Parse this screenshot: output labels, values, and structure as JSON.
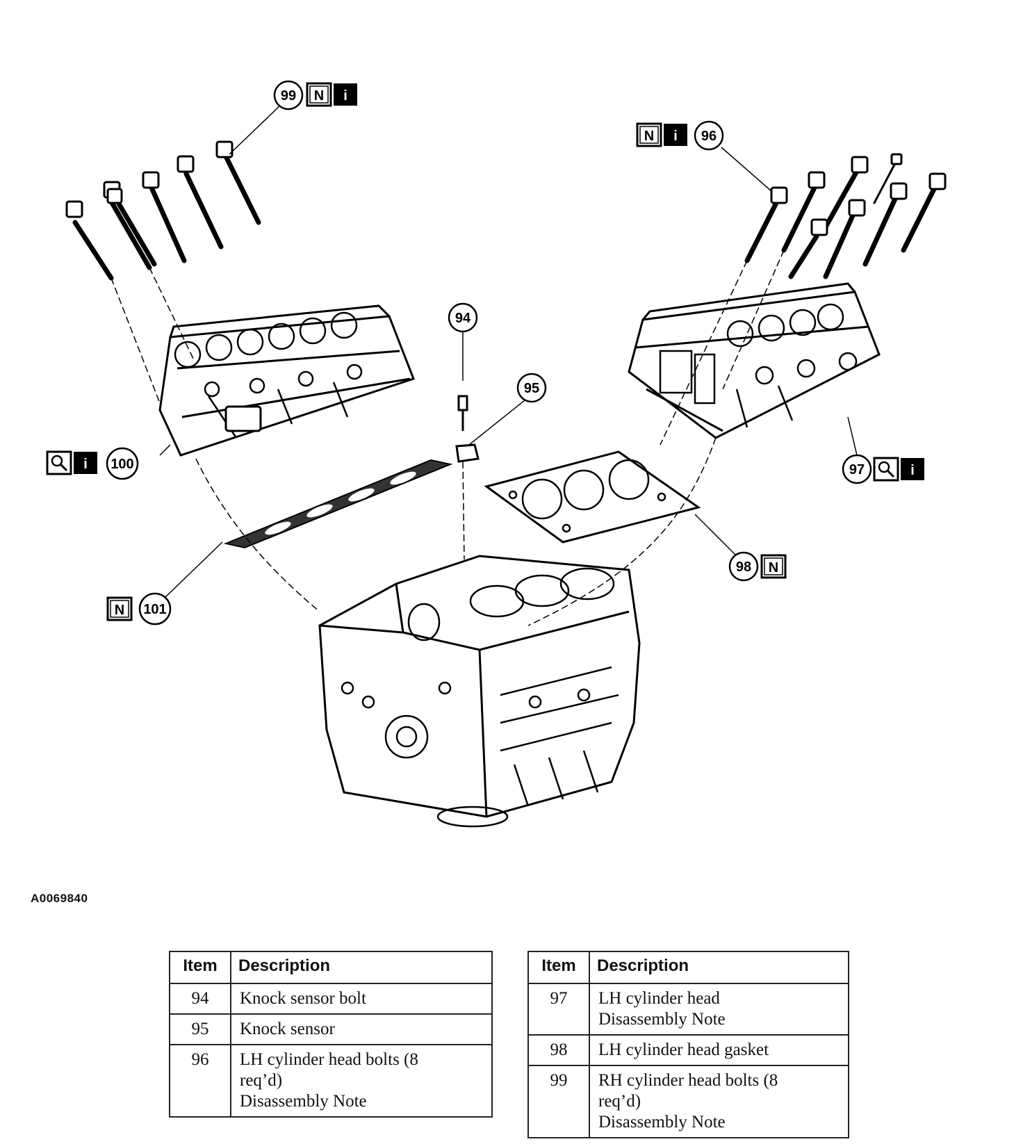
{
  "callouts": [
    {
      "num": "99",
      "badges": [
        "N",
        "i"
      ]
    },
    {
      "num": "96",
      "badges": [
        "N",
        "i"
      ]
    },
    {
      "num": "94",
      "badges": []
    },
    {
      "num": "95",
      "badges": []
    },
    {
      "num": "100",
      "badges": [
        "search",
        "i"
      ]
    },
    {
      "num": "97",
      "badges": [
        "search",
        "i"
      ]
    },
    {
      "num": "98",
      "badges": [
        "N"
      ]
    },
    {
      "num": "101",
      "badges": [
        "N"
      ]
    }
  ],
  "figure_id": "A0069840",
  "legend": {
    "header_item": "Item",
    "header_description": "Description",
    "left": [
      {
        "item": "94",
        "lines": [
          "Knock sensor bolt"
        ]
      },
      {
        "item": "95",
        "lines": [
          "Knock sensor"
        ]
      },
      {
        "item": "96",
        "lines": [
          "LH cylinder head bolts (8",
          "req’d)",
          "Disassembly Note"
        ]
      }
    ],
    "right": [
      {
        "item": "97",
        "lines": [
          "LH cylinder head",
          "Disassembly Note"
        ]
      },
      {
        "item": "98",
        "lines": [
          "LH cylinder head gasket"
        ]
      },
      {
        "item": "99",
        "lines": [
          "RH cylinder head bolts (8",
          "req’d)",
          "Disassembly Note"
        ]
      }
    ]
  }
}
